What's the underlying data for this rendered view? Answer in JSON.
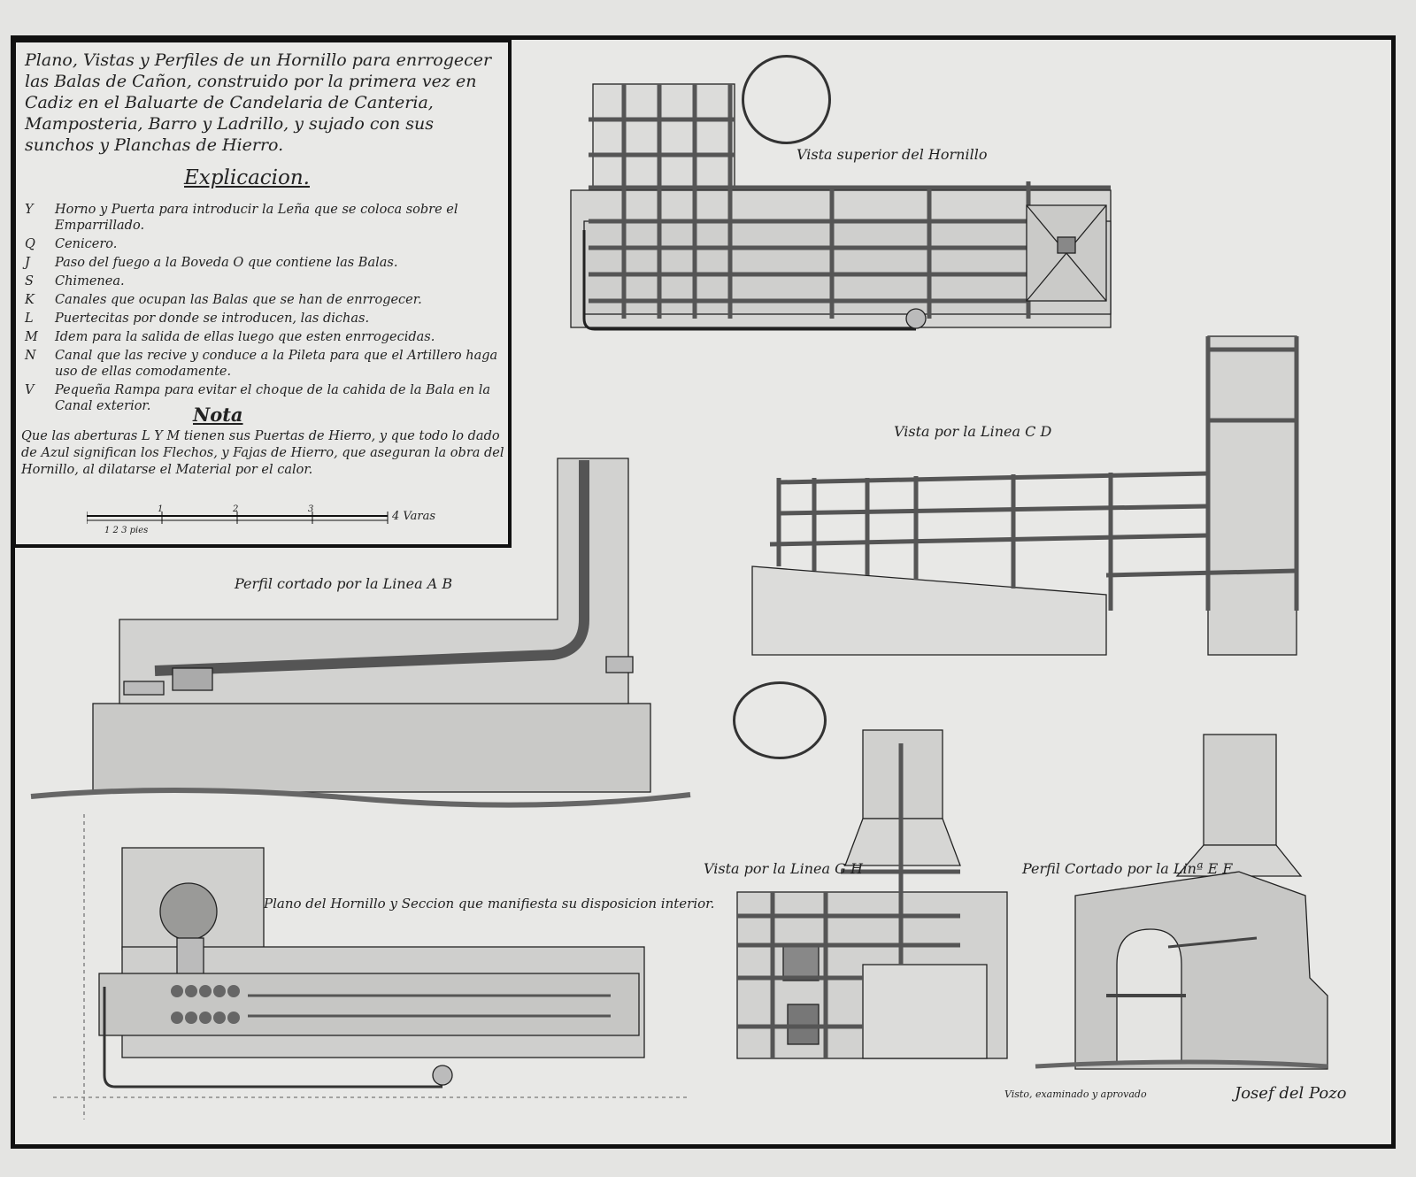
{
  "document": {
    "title": "Plano, Vistas y Perfiles de un Hornillo para enrrogecer las Balas de Cañon, construido por la primera vez en Cadiz en el Baluarte de Candelaria de Canteria, Mamposteria, Barro y Ladrillo, y sujado con sus sunchos y Planchas de Hierro.",
    "explicacion_heading": "Explicacion.",
    "items": [
      {
        "key": "Y",
        "text": "Horno y Puerta para introducir la Leña que se coloca sobre el Emparrillado."
      },
      {
        "key": "Q",
        "text": "Cenicero."
      },
      {
        "key": "J",
        "text": "Paso del fuego a la Boveda O que contiene las Balas."
      },
      {
        "key": "S",
        "text": "Chimenea."
      },
      {
        "key": "K",
        "text": "Canales que ocupan las Balas que se han de enrrogecer."
      },
      {
        "key": "L",
        "text": "Puertecitas por donde se introducen, las dichas."
      },
      {
        "key": "M",
        "text": "Idem para la salida de ellas luego que esten enrrogecidas."
      },
      {
        "key": "N",
        "text": "Canal que las recive y conduce a la Pileta para que el Artillero haga uso de ellas comodamente."
      },
      {
        "key": "V",
        "text": "Pequeña Rampa para evitar el choque de la cahida de la Bala en la Canal exterior."
      }
    ],
    "nota_heading": "Nota",
    "nota_text": "Que las aberturas L Y M tienen sus Puertas de Hierro, y que todo lo dado de Azul significan los Flechos, y Fajas de Hierro, que aseguran la obra del Hornillo, al dilatarse el Material por el calor.",
    "scale": {
      "ticks": [
        "1",
        "2",
        "3"
      ],
      "unit": "4 Varas",
      "sub": "1  2  3 pies"
    }
  },
  "views": {
    "top": "Vista superior del Hornillo",
    "cd": "Vista por la Linea C D",
    "ab": "Perfil cortado por la Linea A B",
    "plan": "Plano del Hornillo y Seccion que manifiesta su disposicion interior.",
    "gh": "Vista por la Linea G H",
    "ef": "Perfil Cortado por la Linª E F"
  },
  "signature": {
    "note": "Visto, examinado y aprovado",
    "name": "Josef del Pozo"
  },
  "colors": {
    "ink": "#1c1c1c",
    "paper": "#e8e8e6",
    "wash": "#bdbdbb",
    "bars": "#6b6b69"
  }
}
